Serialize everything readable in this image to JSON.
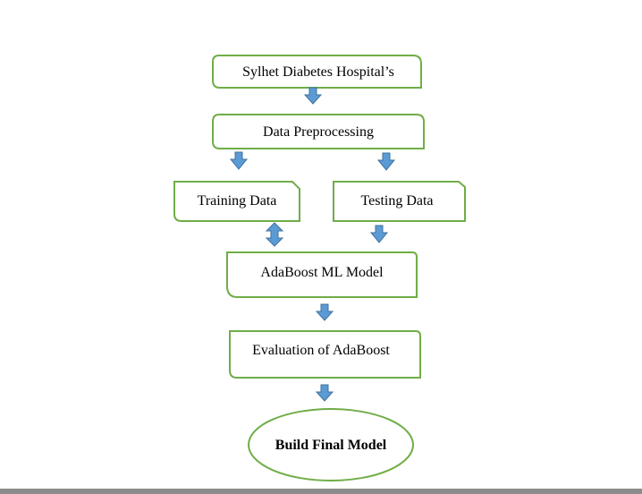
{
  "nodes": {
    "source": "Sylhet Diabetes Hospital’s",
    "preprocessing": "Data Preprocessing",
    "training": "Training Data",
    "testing": "Testing Data",
    "model": "AdaBoost ML Model",
    "evaluation": "Evaluation of AdaBoost",
    "final": "Build Final Model"
  },
  "colors": {
    "border": "#70ad47",
    "arrow_fill": "#5b9bd5",
    "arrow_stroke": "#41719c",
    "bottom_bar": "#8c8c8c"
  }
}
